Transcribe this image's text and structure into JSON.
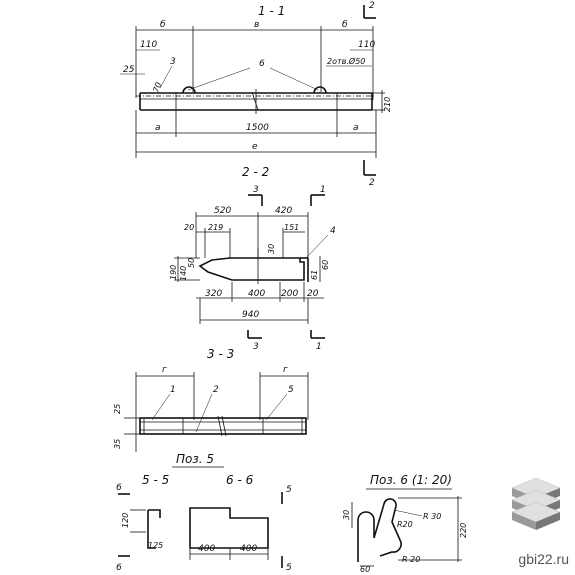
{
  "section_1_1": {
    "title": "1 - 1",
    "cut_mark": "2",
    "dim_b_left": "б",
    "dim_v": "в",
    "dim_b_right": "б",
    "dim_110_left": "110",
    "dim_110_right": "110",
    "dim_25": "25",
    "dim_70": "70",
    "label_3": "3",
    "label_6": "6",
    "label_holes": "2отв.Ø50",
    "dim_210": "210",
    "dim_a_left": "а",
    "dim_1500": "1500",
    "dim_a_right": "а",
    "dim_e": "е"
  },
  "section_2_2": {
    "title": "2 - 2",
    "cut_mark_3": "3",
    "cut_mark_1": "1",
    "dim_520": "520",
    "dim_420": "420",
    "dim_20_top": "20",
    "dim_219": "219",
    "dim_151": "151",
    "dim_30": "30",
    "label_4": "4",
    "dim_190": "190",
    "dim_140": "140",
    "dim_50": "50",
    "dim_61": "61",
    "dim_60": "60",
    "dim_320": "320",
    "dim_400": "400",
    "dim_200": "200",
    "dim_20_bottom": "20",
    "dim_940": "940"
  },
  "section_3_3": {
    "title": "3 - 3",
    "dim_g_left": "г",
    "dim_g_right": "г",
    "label_1": "1",
    "label_2": "2",
    "label_5": "5",
    "dim_25": "25",
    "dim_35": "35"
  },
  "pos_5": {
    "title": "Поз. 5",
    "sub_5_5": "5 - 5",
    "sub_6_6": "6 - 6",
    "mark_6_top": "6",
    "mark_6_bottom": "6",
    "mark_5_top": "5",
    "mark_5_bottom": "5",
    "dim_120": "120",
    "dim_125": "125",
    "dim_400_a": "400",
    "dim_400_b": "400"
  },
  "pos_6": {
    "title": "Поз. 6 (1: 20)",
    "dim_30": "30",
    "dim_r20_top": "R20",
    "dim_r30": "R 30",
    "dim_220": "220",
    "dim_60": "60",
    "dim_r20_bottom": "R 20"
  },
  "watermark": {
    "text": "gbi22.ru"
  }
}
